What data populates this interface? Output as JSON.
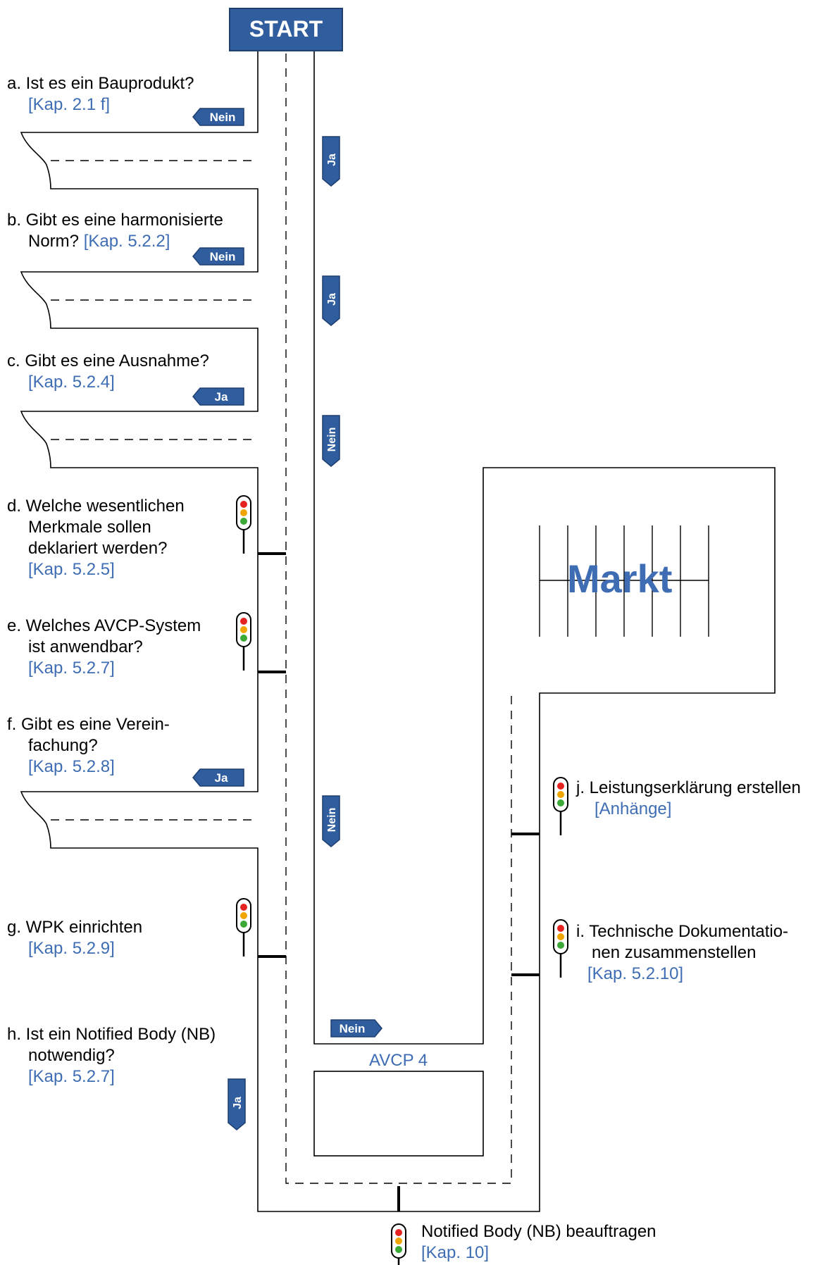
{
  "start": {
    "label": "START"
  },
  "markt": {
    "label": "Markt"
  },
  "avcp4": {
    "label": "AVCP 4"
  },
  "questions": {
    "a": {
      "title": "a. Ist es ein Bauprodukt?",
      "ref": "[Kap. 2.1 f]"
    },
    "b": {
      "line1": "b. Gibt es eine harmonisierte",
      "line2": "Norm?",
      "ref": "[Kap. 5.2.2]"
    },
    "c": {
      "title": "c. Gibt es eine Ausnahme?",
      "ref": "[Kap. 5.2.4]"
    },
    "d": {
      "line1": "d. Welche wesentlichen",
      "line2": "Merkmale sollen",
      "line3": "deklariert werden?",
      "ref": "[Kap. 5.2.5]"
    },
    "e": {
      "line1": "e. Welches AVCP-System",
      "line2": "ist anwendbar?",
      "ref": "[Kap. 5.2.7]"
    },
    "f": {
      "line1": "f. Gibt es eine Verein-",
      "line2": "fachung?",
      "ref": "[Kap. 5.2.8]"
    },
    "g": {
      "title": "g. WPK einrichten",
      "ref": "[Kap. 5.2.9]"
    },
    "h": {
      "line1": "h. Ist ein Notified Body (NB)",
      "line2": "notwendig?",
      "ref": "[Kap. 5.2.7]"
    },
    "i": {
      "line1": "i. Technische Dokumentatio-",
      "line2": "nen zusammenstellen",
      "ref": "[Kap. 5.2.10]"
    },
    "j": {
      "title": "j. Leistungserklärung erstellen",
      "ref": "[Anhänge]"
    },
    "nb": {
      "title": "Notified Body (NB) beauftragen",
      "ref": "[Kap. 10]"
    }
  },
  "tags": {
    "a_nein": "Nein",
    "b_nein": "Nein",
    "c_ja": "Ja",
    "f_ja": "Ja",
    "avcp_nein": "Nein",
    "ja_1": "Ja",
    "ja_2": "Ja",
    "nein_1": "Nein",
    "nein_2": "Nein",
    "ja_h": "Ja"
  },
  "colors": {
    "brand_blue": "#2f5d9e",
    "link_blue": "#3e6db4",
    "line": "#000000",
    "light_red": "#e52421",
    "light_yellow": "#f0a500",
    "light_green": "#3aa935"
  }
}
